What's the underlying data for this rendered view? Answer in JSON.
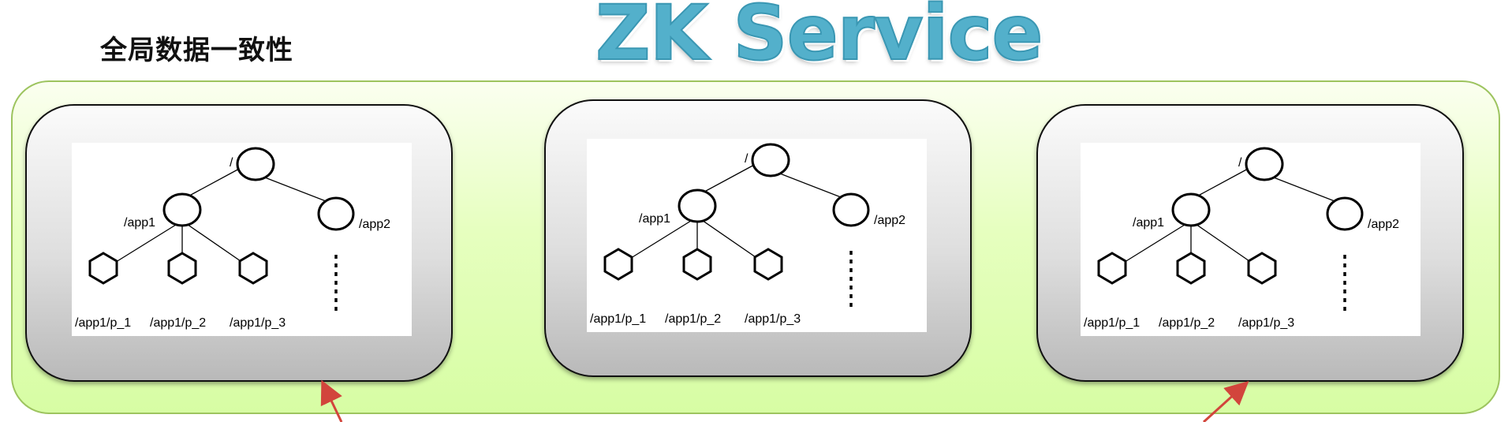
{
  "title": "ZK Service",
  "subtitle": "全局数据一致性",
  "servers": [
    {
      "nodes": {
        "root": "/",
        "app1": "/app1",
        "app2": "/app2",
        "children": [
          "/app1/p_1",
          "/app1/p_2",
          "/app1/p_3"
        ]
      }
    },
    {
      "nodes": {
        "root": "/",
        "app1": "/app1",
        "app2": "/app2",
        "children": [
          "/app1/p_1",
          "/app1/p_2",
          "/app1/p_3"
        ]
      }
    },
    {
      "nodes": {
        "root": "/",
        "app1": "/app1",
        "app2": "/app2",
        "children": [
          "/app1/p_1",
          "/app1/p_2",
          "/app1/p_3"
        ]
      }
    }
  ],
  "colors": {
    "title": "#53b0cb",
    "region_fill": "#e6ffbf",
    "region_border": "#9dc45f",
    "arrow": "#d2453c"
  }
}
